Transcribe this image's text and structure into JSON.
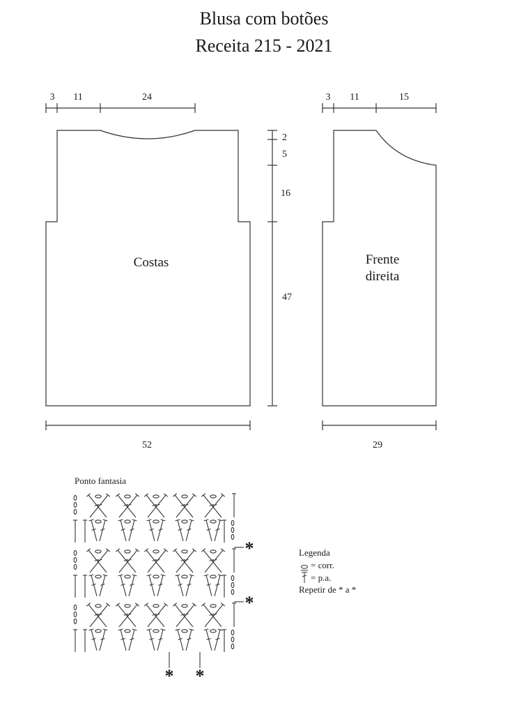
{
  "title": "Blusa com botões",
  "subtitle": "Receita  215 - 2021",
  "back": {
    "label": "Costas",
    "dims_top": [
      "3",
      "11",
      "24"
    ],
    "width": "52"
  },
  "front": {
    "label_line1": "Frente",
    "label_line2": "direita",
    "dims_top": [
      "3",
      "11",
      "15"
    ],
    "width": "29"
  },
  "heights": [
    "2",
    "5",
    "16",
    "47"
  ],
  "stitch": {
    "title": "Ponto fantasia",
    "repeat_mark": "*"
  },
  "legend": {
    "title": "Legenda",
    "chain": "= corr.",
    "dc": "= p.a.",
    "repeat": "Repetir de * a *"
  }
}
